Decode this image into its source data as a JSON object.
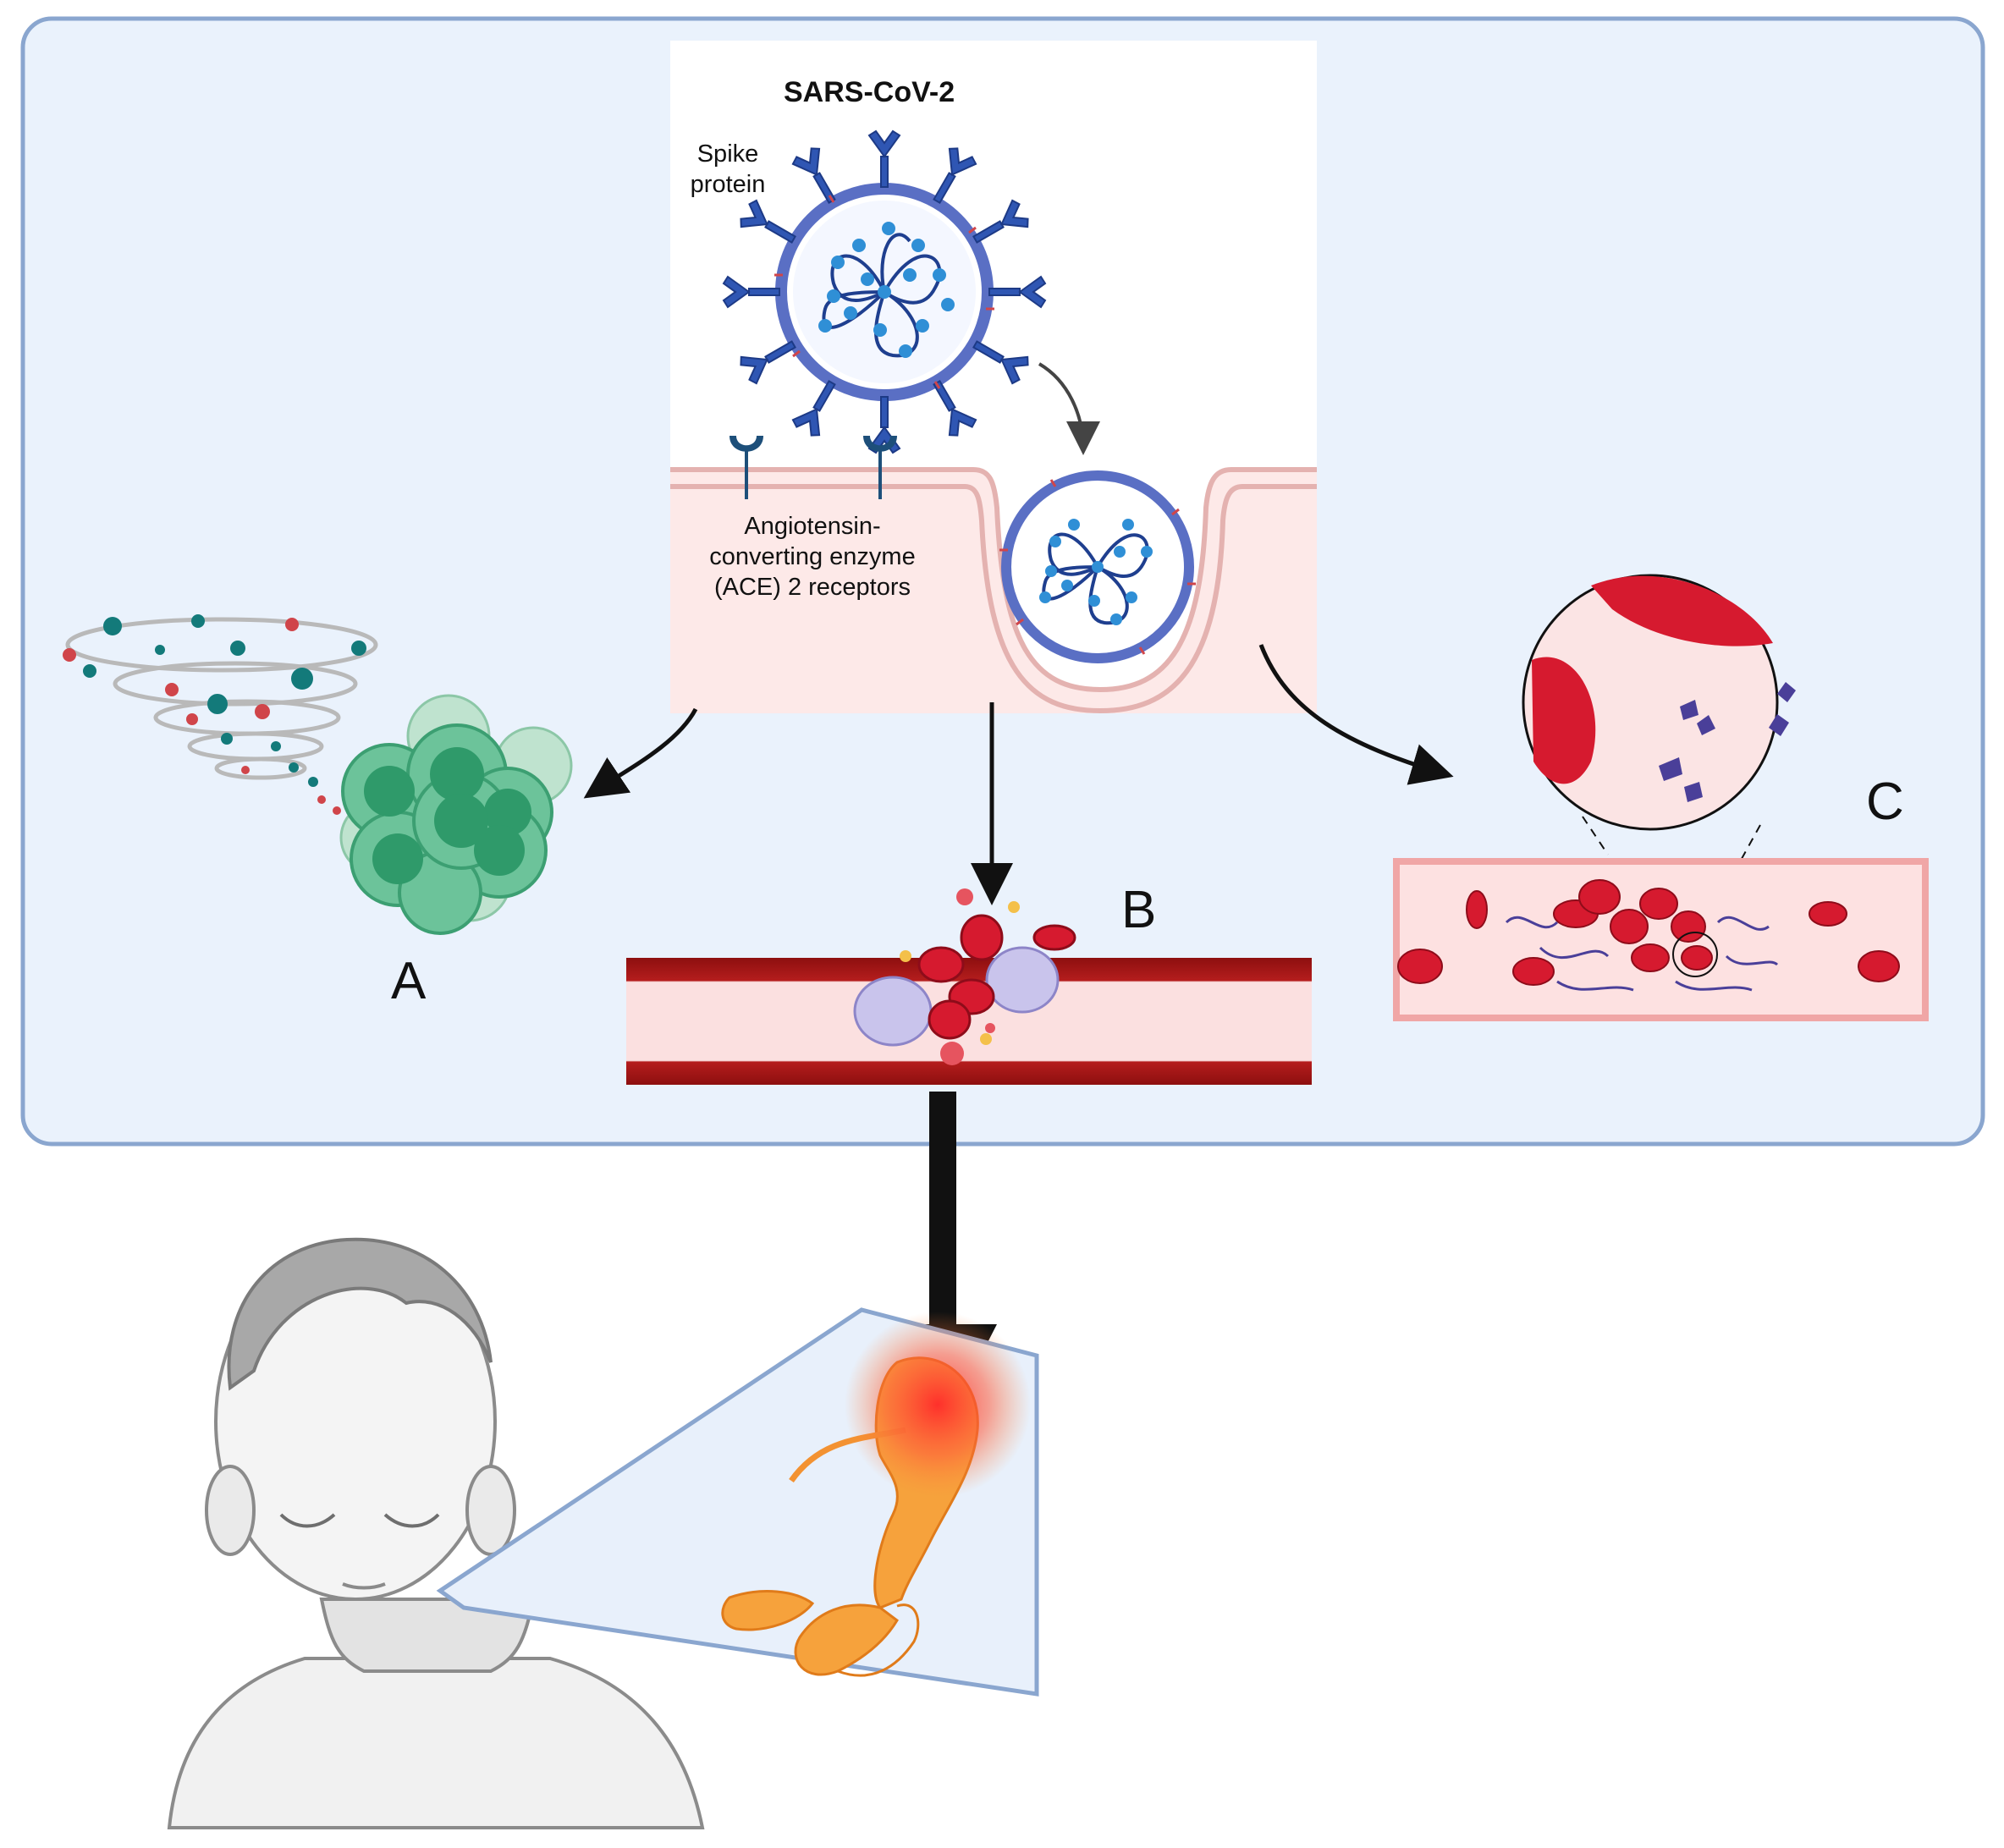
{
  "virus_title": "SARS-CoV-2",
  "spike_label_line1": "Spike",
  "spike_label_line2": "protein",
  "receptor_label_line1": "Angiotensin-",
  "receptor_label_line2": "converting enzyme",
  "receptor_label_line3": "(ACE) 2 receptors",
  "panel_labels": {
    "a": "A",
    "b": "B",
    "c": "C"
  },
  "colors": {
    "panel_fill": "#eaf2fc",
    "panel_border": "#8aa6cf",
    "cell_membrane": "#e8b9b7",
    "virus_blue": "#2f56b3",
    "blood_red": "#c8102e",
    "vessel_dark": "#9b1212",
    "pancreas_orange": "#f6a23c",
    "inflammation": "#ff3b3b",
    "cytokine_teal": "#148080",
    "immune_green": "#3aa77a"
  },
  "icons": [
    "virus-icon",
    "ace2-receptor-icon",
    "cytokine-storm-icon",
    "immune-cell-cluster-icon",
    "blood-clot-icon",
    "fibrin-mesh-icon",
    "child-icon",
    "pancreas-icon"
  ]
}
